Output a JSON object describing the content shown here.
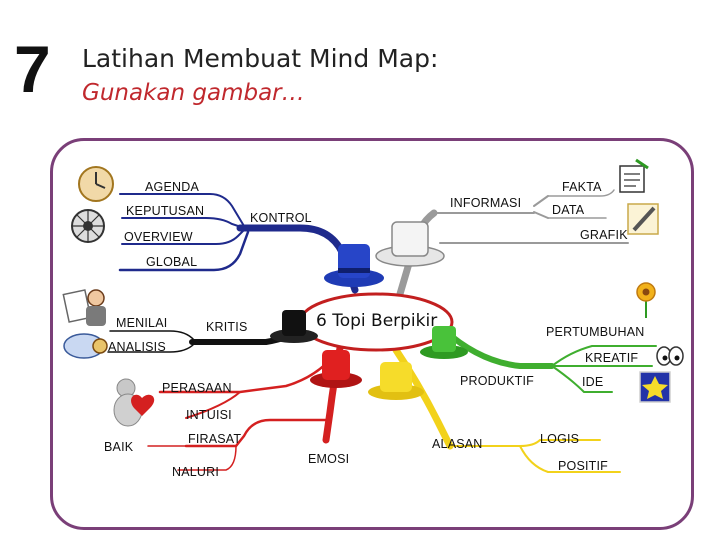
{
  "slide": {
    "number": "7",
    "title": "Latihan Membuat Mind Map:",
    "subtitle": "Gunakan gambar…"
  },
  "colors": {
    "frame": "#7a3f78",
    "blue": "#1f2a8c",
    "red": "#d42020",
    "yellow": "#f2d21b",
    "green": "#3fae2f",
    "grey": "#9a9a9a",
    "black": "#111111",
    "subtitle": "#c0282d"
  },
  "mindmap": {
    "center": "6 Topi Berpikir",
    "blue": {
      "label": "KONTROL",
      "items": [
        "AGENDA",
        "KEPUTUSAN",
        "OVERVIEW",
        "GLOBAL"
      ]
    },
    "white": {
      "label": "INFORMASI",
      "items": [
        "FAKTA",
        "DATA",
        "GRAFIK"
      ]
    },
    "black": {
      "label": "KRITIS",
      "items": [
        "MENILAI",
        "ANALISIS"
      ]
    },
    "green": {
      "label": "PRODUKTIF",
      "items": [
        "PERTUMBUHAN",
        "KREATIF",
        "IDE"
      ]
    },
    "red": {
      "label": "EMOSI",
      "items": [
        "PERASAAN",
        "INTUISI",
        "FIRASAT",
        "BAIK",
        "NALURI"
      ]
    },
    "yellow": {
      "label": "ALASAN",
      "items": [
        "LOGIS",
        "POSITIF"
      ]
    }
  },
  "icons": [
    "clock-icon",
    "wheel-icon",
    "checklist-icon",
    "pen-icon",
    "document-icon",
    "reading-person-icon",
    "magnifier-icon",
    "flower-icon",
    "bulb-eyes-icon",
    "star-icon",
    "teddy-heart-icon",
    "hat-icon"
  ]
}
